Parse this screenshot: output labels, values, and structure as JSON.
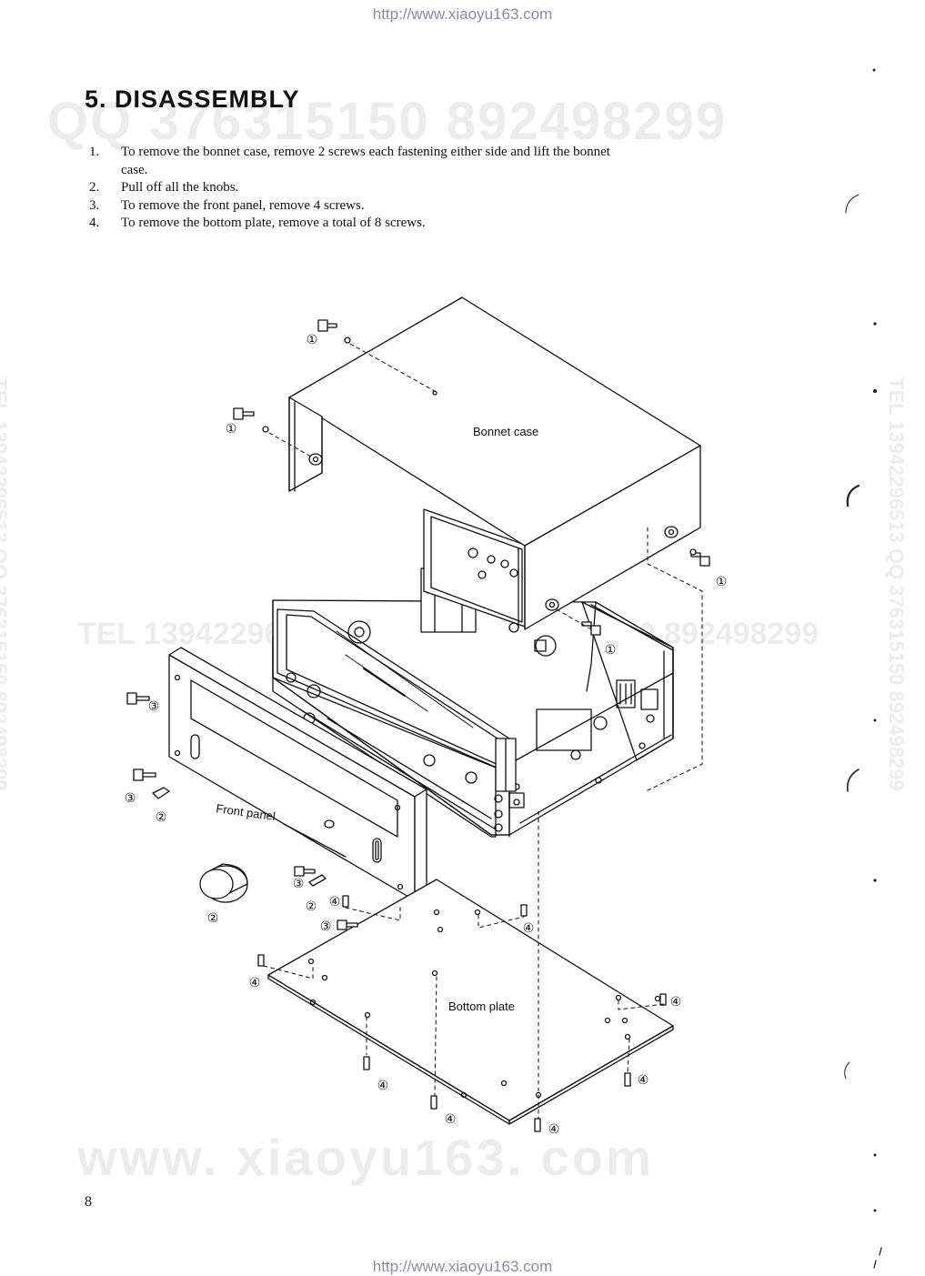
{
  "header": {
    "url_top": "http://www.xiaoyu163.com"
  },
  "footer": {
    "url_bottom": "http://www.xiaoyu163.com",
    "page_number": "8"
  },
  "watermarks": {
    "qq_top": "QQ 376315150   892498299",
    "tel_mid": "TEL 13942296",
    "qq_mid": "QQ 376315150  892498299",
    "www": "www. xiaoyu163. com",
    "side_vertical": "TEL 13942296513  QQ 376315150  892498299"
  },
  "section": {
    "heading": "5. DISASSEMBLY",
    "steps": [
      {
        "num": "1.",
        "text": "To remove the bonnet case, remove 2 screws each fastening either side and lift the bonnet case."
      },
      {
        "num": "2.",
        "text": "Pull off all the knobs."
      },
      {
        "num": "3.",
        "text": "To remove the front panel, remove 4 screws."
      },
      {
        "num": "4.",
        "text": "To remove the bottom plate, remove a total of 8 screws."
      }
    ]
  },
  "diagram": {
    "labels": {
      "bonnet_case": "Bonnet case",
      "front_panel": "Front panel",
      "bottom_plate": "Bottom plate"
    },
    "callouts": {
      "c1": "①",
      "c2": "②",
      "c3": "③",
      "c4": "④"
    }
  }
}
